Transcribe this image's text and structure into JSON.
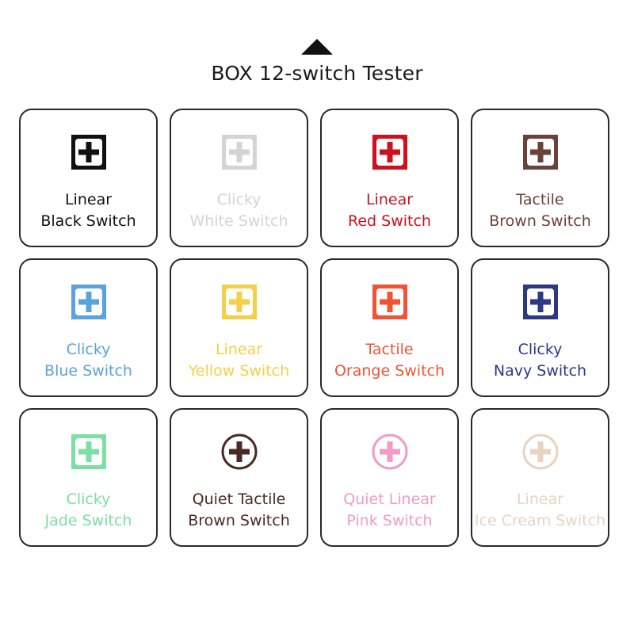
{
  "header": {
    "title": "BOX 12-switch Tester"
  },
  "switches": [
    {
      "type": "Linear",
      "name": "Black Switch",
      "color": "#111111",
      "icon": "square-cross-icon",
      "shape": "square"
    },
    {
      "type": "Clicky",
      "name": "White Switch",
      "color": "#d4d4d4",
      "icon": "square-cross-icon",
      "shape": "square"
    },
    {
      "type": "Linear",
      "name": "Red Switch",
      "color": "#d0101c",
      "icon": "square-cross-icon",
      "shape": "square"
    },
    {
      "type": "Tactile",
      "name": "Brown Switch",
      "color": "#6b4238",
      "icon": "square-cross-icon",
      "shape": "square"
    },
    {
      "type": "Clicky",
      "name": "Blue Switch",
      "color": "#5aa3dd",
      "icon": "square-cross-icon",
      "shape": "square"
    },
    {
      "type": "Linear",
      "name": "Yellow Switch",
      "color": "#f4cf48",
      "icon": "square-cross-icon",
      "shape": "square"
    },
    {
      "type": "Tactile",
      "name": "Orange Switch",
      "color": "#ef5436",
      "icon": "square-cross-icon",
      "shape": "square"
    },
    {
      "type": "Clicky",
      "name": "Navy Switch",
      "color": "#2c3a86",
      "icon": "square-cross-icon",
      "shape": "square"
    },
    {
      "type": "Clicky",
      "name": "Jade Switch",
      "color": "#7ddfa3",
      "icon": "square-cross-icon",
      "shape": "square"
    },
    {
      "type": "Quiet Tactile",
      "name": "Brown Switch",
      "color": "#4a2a22",
      "icon": "circle-cross-icon",
      "shape": "circle"
    },
    {
      "type": "Quiet Linear",
      "name": "Pink Switch",
      "color": "#f39ac6",
      "icon": "circle-cross-icon",
      "shape": "circle"
    },
    {
      "type": "Linear",
      "name": "Ice Cream Switch",
      "color": "#e8d4c2",
      "icon": "circle-cross-icon",
      "shape": "circle"
    }
  ]
}
